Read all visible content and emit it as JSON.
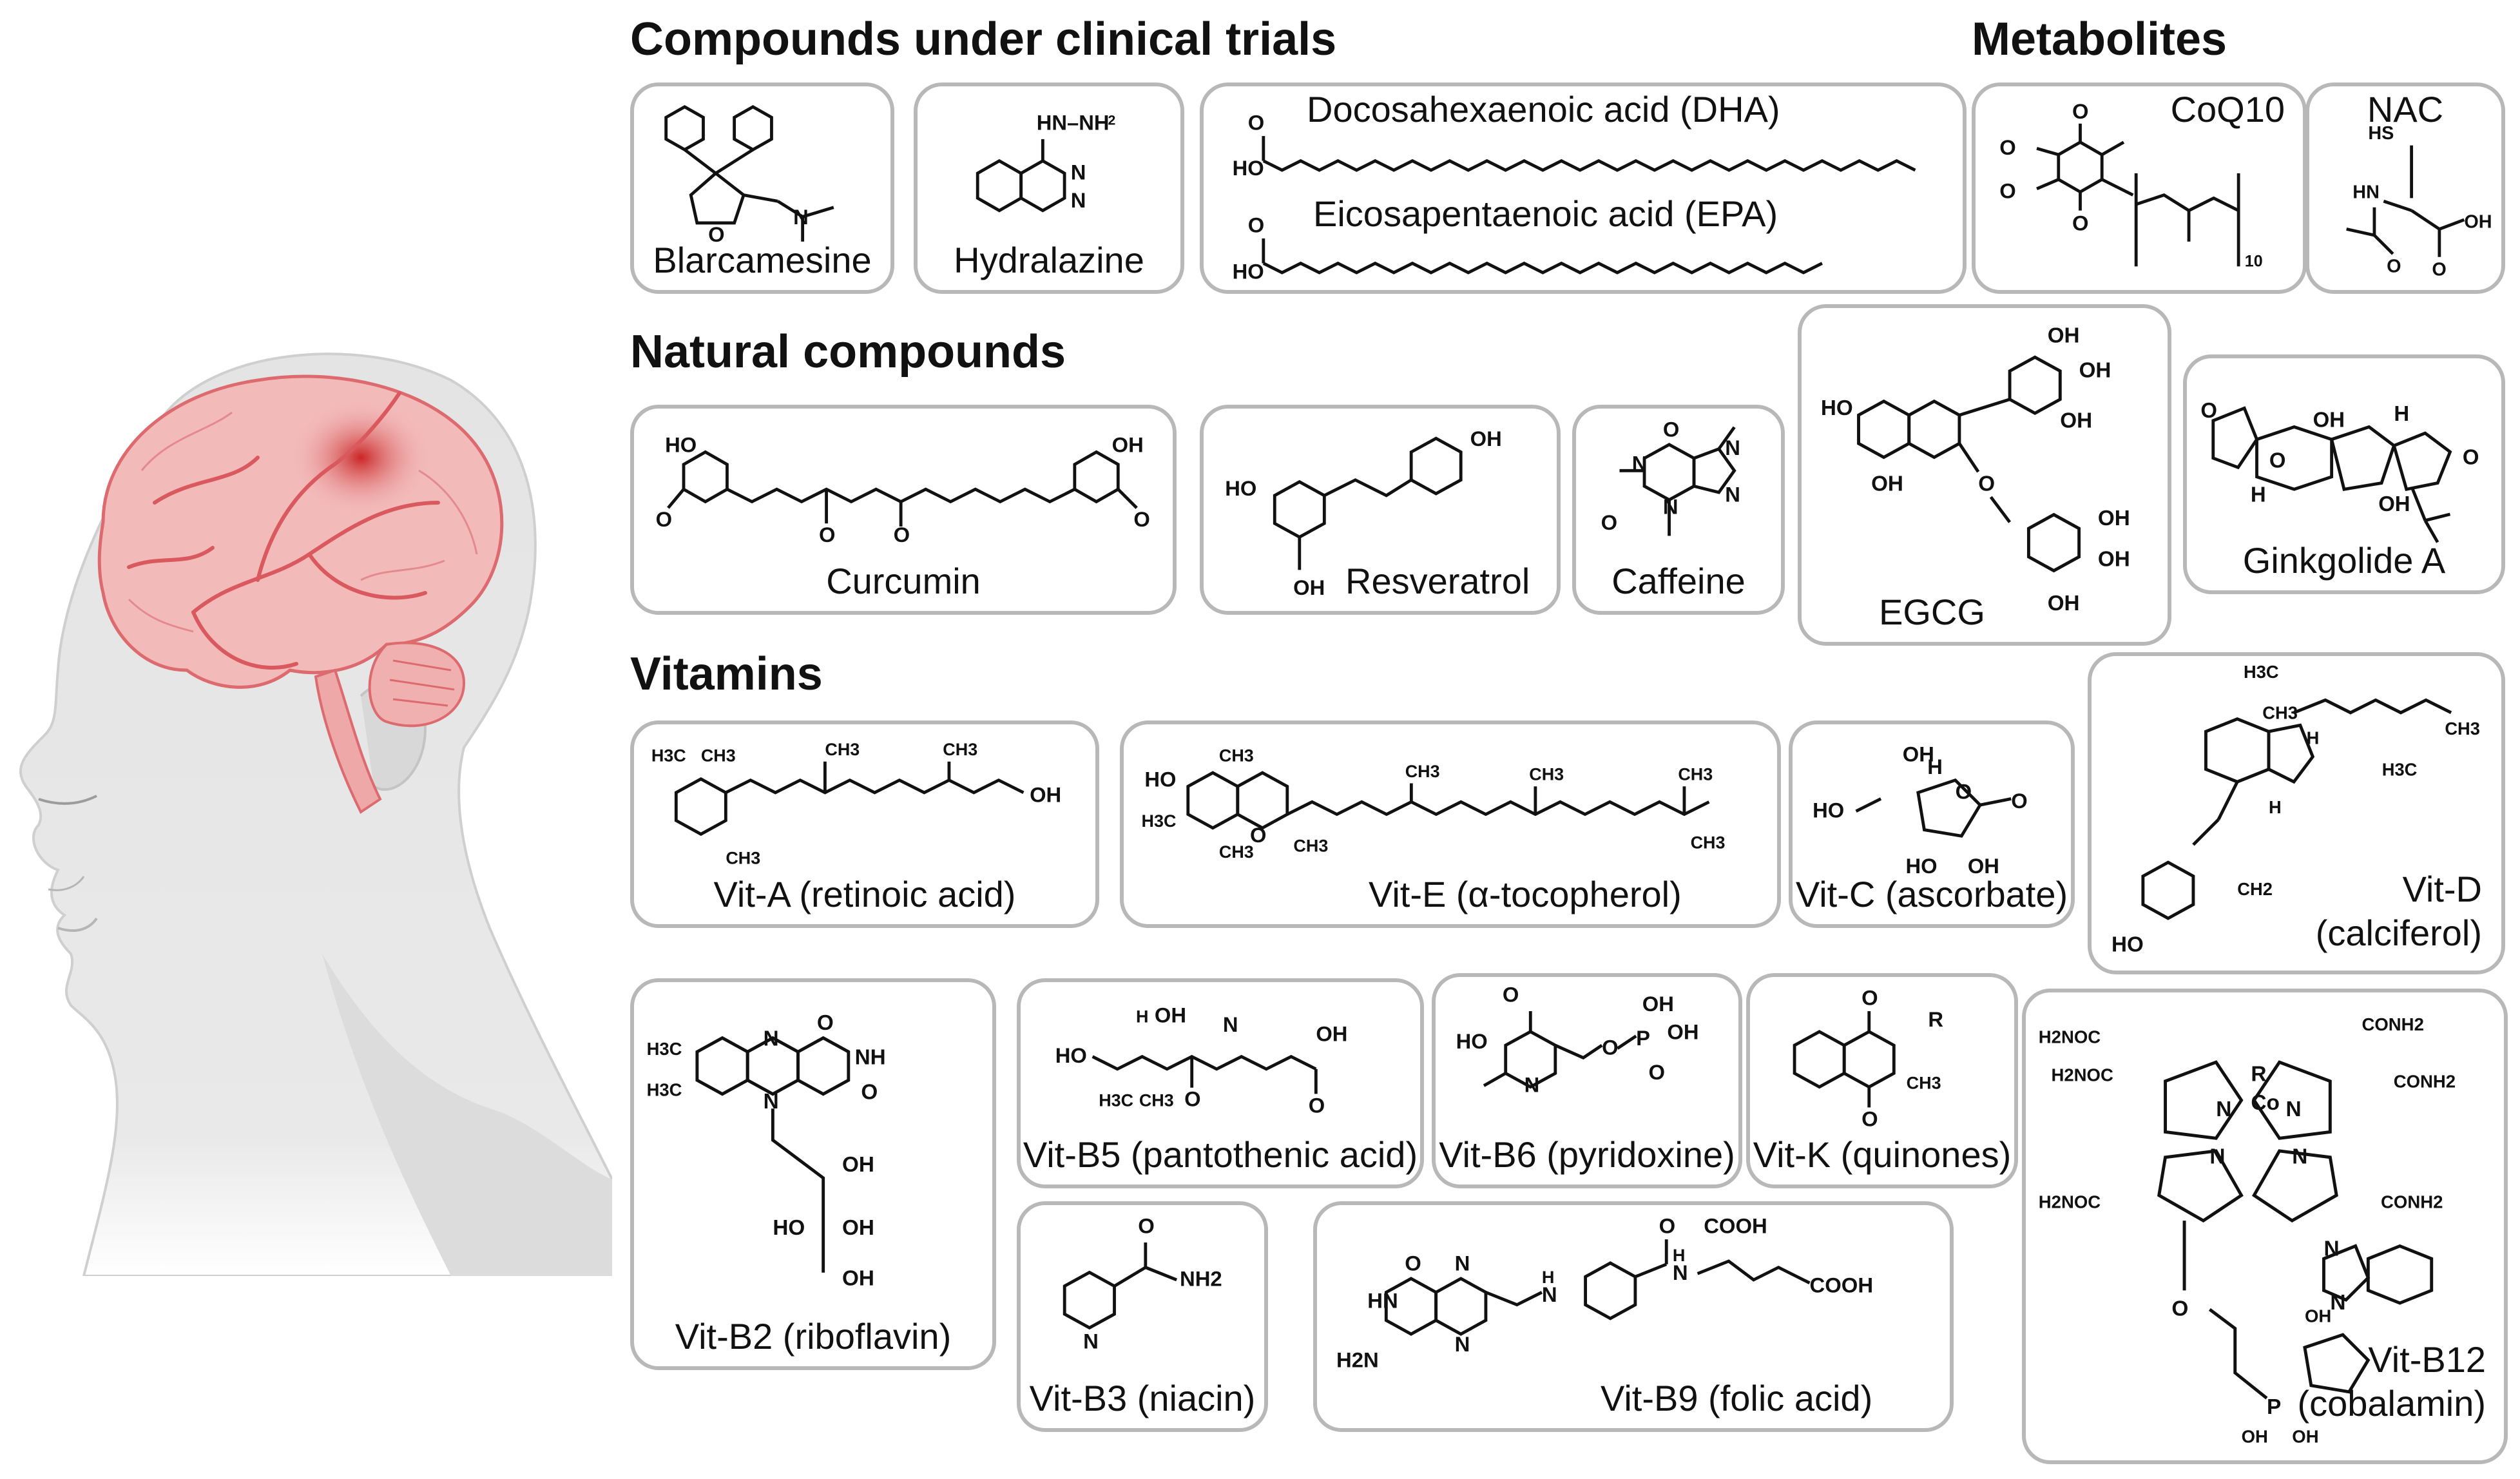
{
  "sections": {
    "clinical": "Compounds under clinical trials",
    "metabolites": "Metabolites",
    "natural": "Natural compounds",
    "vitamins": "Vitamins"
  },
  "compounds": {
    "blarcamesine": "Blarcamesine",
    "hydralazine": "Hydralazine",
    "dha": "Docosahexaenoic acid (DHA)",
    "epa": "Eicosapentaenoic acid (EPA)",
    "coq10": "CoQ10",
    "nac": "NAC",
    "curcumin": "Curcumin",
    "resveratrol": "Resveratrol",
    "caffeine": "Caffeine",
    "egcg": "EGCG",
    "ginkgolide": "Ginkgolide A",
    "vit_a": "Vit-A (retinoic acid)",
    "vit_e": "Vit-E (α-tocopherol)",
    "vit_c": "Vit-C (ascorbate)",
    "vit_d_1": "Vit-D",
    "vit_d_2": "(calciferol)",
    "vit_b2": "Vit-B2 (riboflavin)",
    "vit_b5": "Vit-B5 (pantothenic acid)",
    "vit_b6": "Vit-B6 (pyridoxine)",
    "vit_k": "Vit-K (quinones)",
    "vit_b12_1": "Vit-B12",
    "vit_b12_2": "(cobalamin)",
    "vit_b3": "Vit-B3 (niacin)",
    "vit_b9": "Vit-B9 (folic acid)"
  },
  "atoms": {
    "ho": "HO",
    "oh": "OH",
    "o": "O",
    "n": "N",
    "nh": "NH",
    "hn": "HN",
    "nh2": "NH2",
    "h2n": "H2N",
    "hs": "HS",
    "ch3": "CH3",
    "h3c": "H3C",
    "cooh": "COOH",
    "h": "H",
    "co": "Co",
    "r": "R",
    "conh2": "CONH2",
    "h2noc": "H2NOC",
    "sub10": "10",
    "hn_nh2": "HN–NH2",
    "p": "P"
  },
  "colors": {
    "card_border": "#b8b8b8",
    "skin": "#e6e6e6",
    "skin_shade": "#d2d2d2",
    "brain": "#f2b8b8",
    "brain_line": "#d9595e",
    "hotspot": "#d62a2a"
  }
}
